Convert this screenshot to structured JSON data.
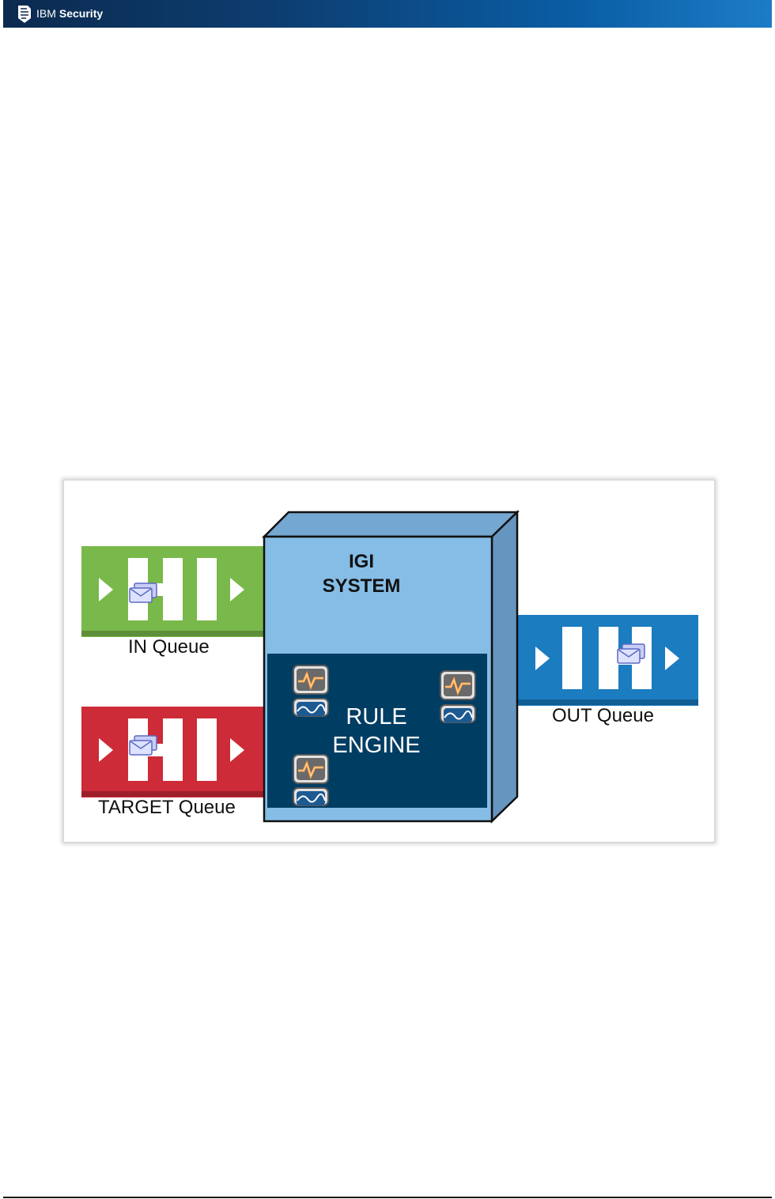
{
  "header": {
    "brand_ibm": "IBM",
    "brand_security": "Security",
    "logo_icon": "ibm-security-shield-icon"
  },
  "diagram": {
    "system": {
      "line1": "IGI",
      "line2": "SYSTEM"
    },
    "engine": {
      "line1": "RULE",
      "line2": "ENGINE"
    },
    "queues": {
      "in": {
        "label": "IN Queue",
        "color": "#79b84a"
      },
      "target": {
        "label": "TARGET Queue",
        "color": "#cc2b37"
      },
      "out": {
        "label": "OUT Queue",
        "color": "#1b7cc0"
      }
    },
    "colors": {
      "box_front": "#86bde6",
      "box_top": "#74a7d2",
      "box_side": "#6696bf",
      "engine_panel": "#003d63"
    },
    "icons": [
      "envelope-icon",
      "rule-icon"
    ]
  }
}
